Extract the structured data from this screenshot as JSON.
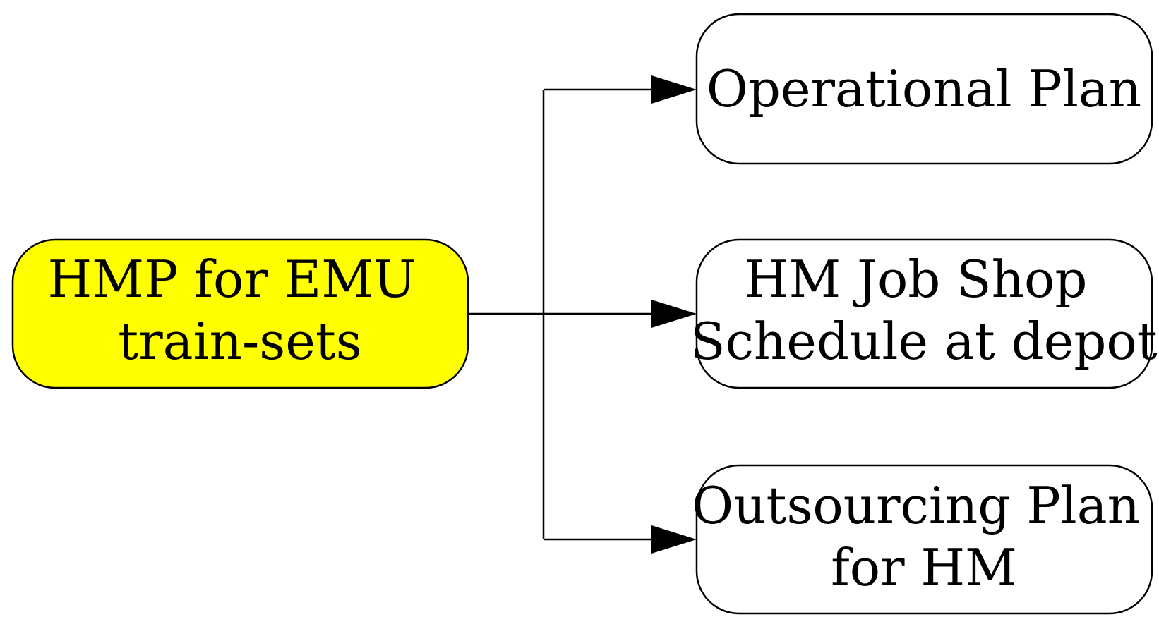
{
  "diagram": {
    "source": {
      "lines": [
        "HMP for EMU",
        "train-sets"
      ],
      "fill": "#ffff00"
    },
    "targets": [
      {
        "lines": [
          "Operational Plan"
        ]
      },
      {
        "lines": [
          "HM Job Shop",
          "Schedule at depot"
        ]
      },
      {
        "lines": [
          "Outsourcing Plan",
          "for HM"
        ]
      }
    ],
    "colors": {
      "target_fill": "#ffffff",
      "stroke": "#000000"
    }
  }
}
